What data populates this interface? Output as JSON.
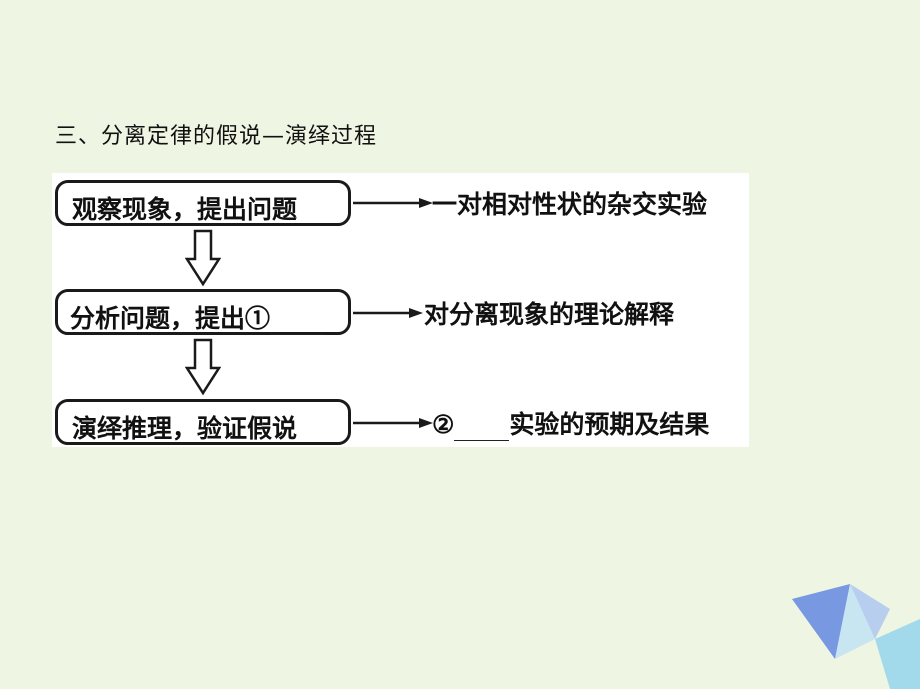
{
  "title": "三、分离定律的假说—演绎过程",
  "steps": [
    {
      "box": "观察现象，提出问题",
      "result": "一对相对性状的杂交实验"
    },
    {
      "box_prefix": "分析问题，提出①",
      "result": "对分离现象的理论解释"
    },
    {
      "box": "演绎推理，验证假说",
      "result_prefix": "②",
      "result_suffix": "实验的预期及结果"
    }
  ],
  "colors": {
    "background": "#eef5e3",
    "diagram_bg": "#ffffff",
    "stroke": "#1a1a1a",
    "deco_blue": "#5b7fd6",
    "deco_light": "#bfe3f5"
  }
}
